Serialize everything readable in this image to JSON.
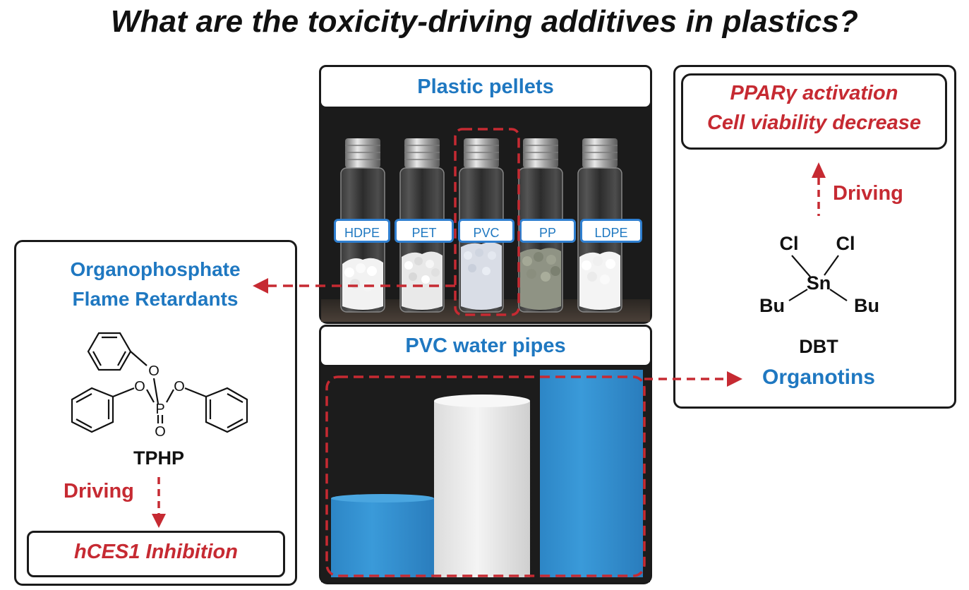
{
  "title": "What are the toxicity-driving additives in plastics?",
  "pellets": {
    "header": "Plastic pellets",
    "vials": [
      "HDPE",
      "PET",
      "PVC",
      "PP",
      "LDPE"
    ]
  },
  "pipes": {
    "header": "PVC water pipes"
  },
  "left_panel": {
    "class_line1": "Organophosphate",
    "class_line2": "Flame Retardants",
    "compound": "TPHP",
    "driving": "Driving",
    "effect": "hCES1 Inhibition",
    "atoms": {
      "o": "O",
      "p": "P"
    }
  },
  "right_panel": {
    "effect_line1": "PPARγ activation",
    "effect_line2": "Cell viability decrease",
    "driving": "Driving",
    "compound": "DBT",
    "class_name": "Organotins",
    "atoms": {
      "cl": "Cl",
      "sn": "Sn",
      "bu": "Bu"
    }
  },
  "colors": {
    "blue": "#1f78c1",
    "red": "#c62a32",
    "pipe_blue": "#2f8fcf",
    "pipe_white": "#eeeeee",
    "background_dark": "#1c1c1c"
  }
}
